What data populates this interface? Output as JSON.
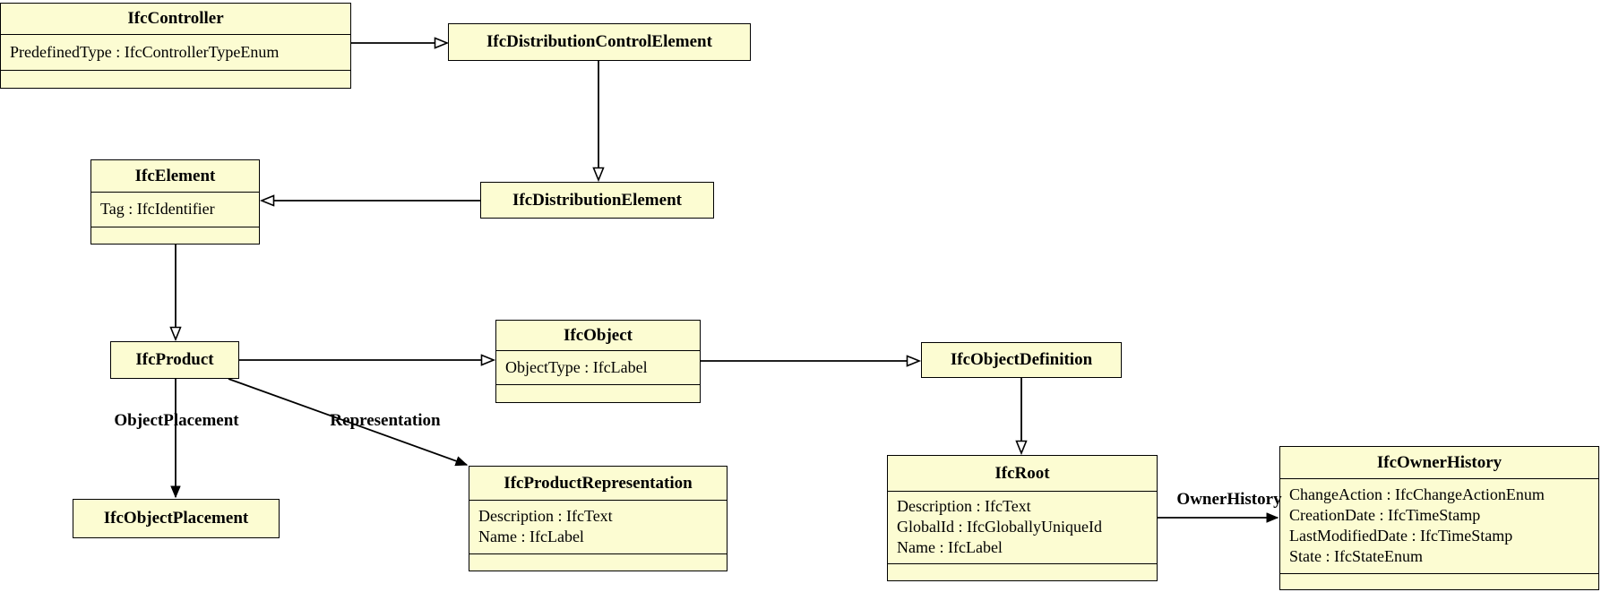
{
  "diagram_type": "uml-class-diagram",
  "colors": {
    "node_fill": "#FCFCD2",
    "node_border": "#000000",
    "edge_line": "#000000",
    "background": "#FFFFFF"
  },
  "nodes": {
    "controller": {
      "title": "IfcController",
      "attributes": [
        "PredefinedType : IfcControllerTypeEnum"
      ]
    },
    "distribution_control_element": {
      "title": "IfcDistributionControlElement",
      "attributes": []
    },
    "element": {
      "title": "IfcElement",
      "attributes": [
        "Tag : IfcIdentifier"
      ]
    },
    "distribution_element": {
      "title": "IfcDistributionElement",
      "attributes": []
    },
    "product": {
      "title": "IfcProduct",
      "attributes": []
    },
    "object": {
      "title": "IfcObject",
      "attributes": [
        "ObjectType : IfcLabel"
      ]
    },
    "object_definition": {
      "title": "IfcObjectDefinition",
      "attributes": []
    },
    "product_representation": {
      "title": "IfcProductRepresentation",
      "attributes": [
        "Description : IfcText",
        "Name : IfcLabel"
      ]
    },
    "object_placement": {
      "title": "IfcObjectPlacement",
      "attributes": []
    },
    "root": {
      "title": "IfcRoot",
      "attributes": [
        "Description : IfcText",
        "GlobalId : IfcGloballyUniqueId",
        "Name : IfcLabel"
      ]
    },
    "owner_history": {
      "title": "IfcOwnerHistory",
      "attributes": [
        "ChangeAction : IfcChangeActionEnum",
        "CreationDate : IfcTimeStamp",
        "LastModifiedDate : IfcTimeStamp",
        "State : IfcStateEnum"
      ]
    }
  },
  "edges": [
    {
      "from": "IfcController",
      "to": "IfcDistributionControlElement",
      "type": "generalization",
      "label": ""
    },
    {
      "from": "IfcDistributionControlElement",
      "to": "IfcDistributionElement",
      "type": "generalization",
      "label": ""
    },
    {
      "from": "IfcDistributionElement",
      "to": "IfcElement",
      "type": "generalization",
      "label": ""
    },
    {
      "from": "IfcElement",
      "to": "IfcProduct",
      "type": "generalization",
      "label": ""
    },
    {
      "from": "IfcProduct",
      "to": "IfcObject",
      "type": "generalization",
      "label": ""
    },
    {
      "from": "IfcObject",
      "to": "IfcObjectDefinition",
      "type": "generalization",
      "label": ""
    },
    {
      "from": "IfcObjectDefinition",
      "to": "IfcRoot",
      "type": "generalization",
      "label": ""
    },
    {
      "from": "IfcProduct",
      "to": "IfcObjectPlacement",
      "type": "association",
      "label": "ObjectPlacement"
    },
    {
      "from": "IfcProduct",
      "to": "IfcProductRepresentation",
      "type": "association",
      "label": "Representation"
    },
    {
      "from": "IfcRoot",
      "to": "IfcOwnerHistory",
      "type": "association",
      "label": "OwnerHistory"
    }
  ],
  "edge_labels": {
    "object_placement": "ObjectPlacement",
    "representation": "Representation",
    "owner_history": "OwnerHistory"
  }
}
